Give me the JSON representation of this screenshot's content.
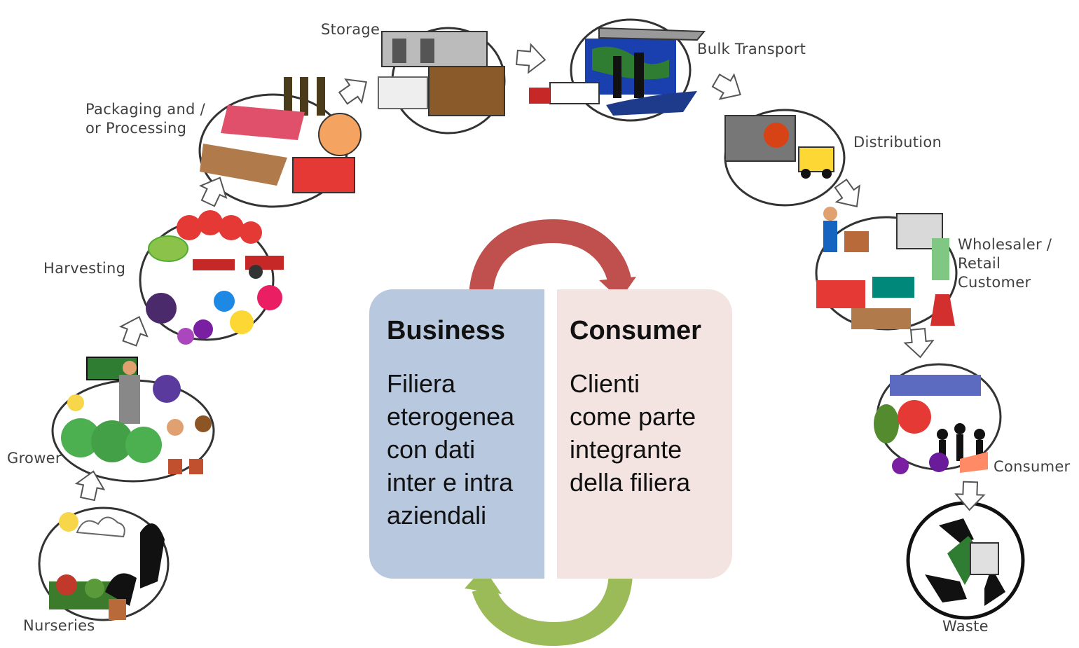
{
  "stages": [
    {
      "id": "nurseries",
      "label": "Nurseries",
      "icon": "nursery-icon"
    },
    {
      "id": "grower",
      "label": "Grower",
      "icon": "grower-icon"
    },
    {
      "id": "harvesting",
      "label": "Harvesting",
      "icon": "harvest-icon"
    },
    {
      "id": "packaging",
      "label": "Packaging and /\nor Processing",
      "icon": "packaging-icon"
    },
    {
      "id": "storage",
      "label": "Storage",
      "icon": "warehouse-icon"
    },
    {
      "id": "bulk",
      "label": "Bulk Transport",
      "icon": "transport-icon"
    },
    {
      "id": "distribution",
      "label": "Distribution",
      "icon": "truck-icon"
    },
    {
      "id": "wholesaler",
      "label": "Wholesaler /\nRetail\nCustomer",
      "icon": "shop-icon"
    },
    {
      "id": "consumer",
      "label": "Consumer",
      "icon": "family-icon"
    },
    {
      "id": "waste",
      "label": "Waste",
      "icon": "recycle-icon"
    }
  ],
  "center": {
    "business": {
      "title": "Business",
      "text": "Filiera\neterogenea\ncon dati\ninter e intra\naziendali"
    },
    "consumer": {
      "title": "Consumer",
      "text": "Clienti\ncome parte\nintegrante\ndella filiera"
    }
  },
  "colors": {
    "business_panel": "#b8c8df",
    "consumer_panel": "#f3e4e2",
    "top_arrow": "#c0504d",
    "bottom_arrow": "#9bbb59"
  }
}
